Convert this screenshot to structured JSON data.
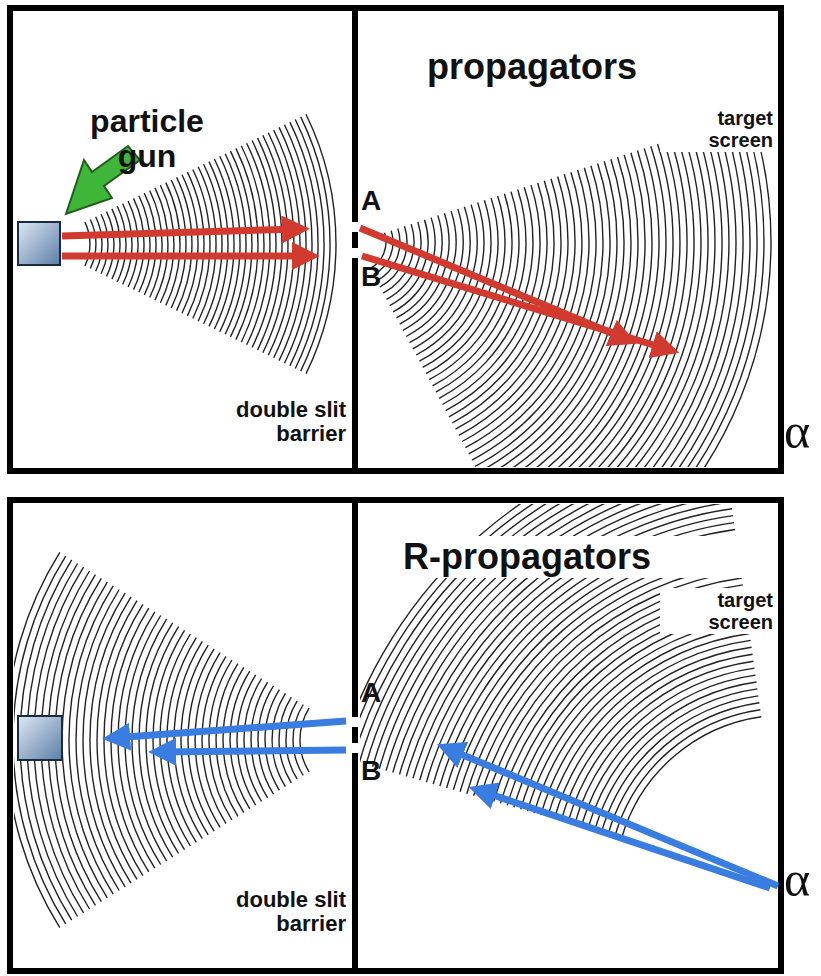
{
  "diagram": {
    "labels": [
      "particle gun",
      "propagators",
      "target screen",
      "A",
      "B",
      "double slit barrier",
      "α",
      "R-propagators",
      "target screen",
      "A",
      "B",
      "double slit barrier",
      "α"
    ]
  }
}
